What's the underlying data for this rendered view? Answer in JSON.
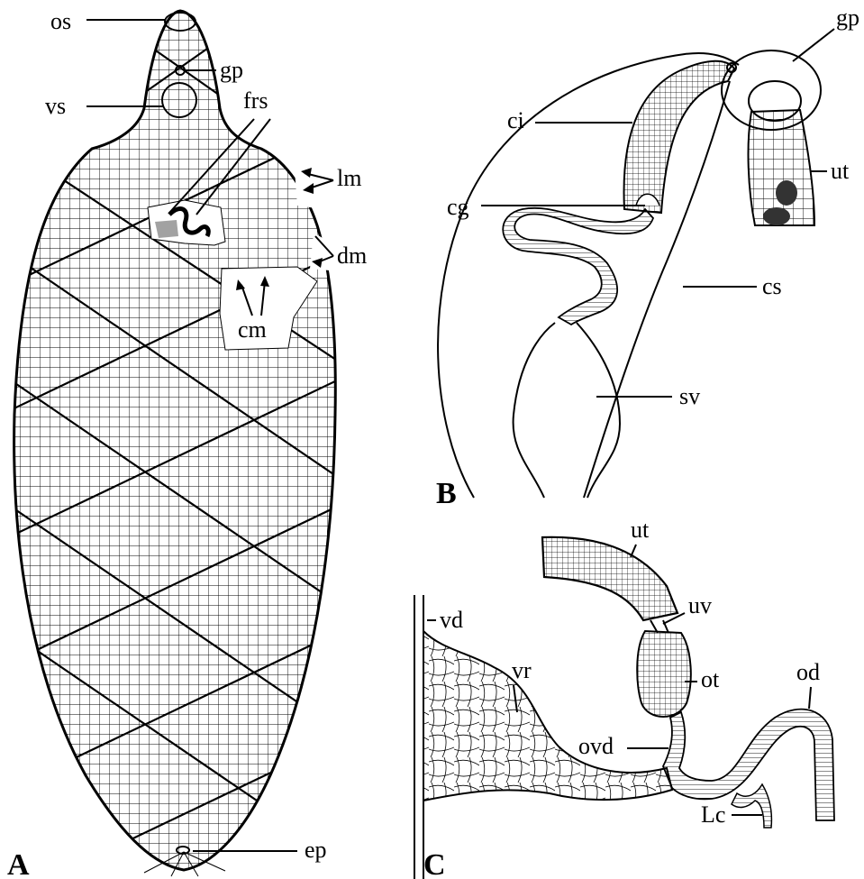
{
  "panels": {
    "A": "A",
    "B": "B",
    "C": "C"
  },
  "labels": {
    "os": "os",
    "gp_a": "gp",
    "vs": "vs",
    "frs": "frs",
    "lm": "lm",
    "dm": "dm",
    "cm": "cm",
    "ep": "ep",
    "gp_b": "gp",
    "ci": "ci",
    "ut_b": "ut",
    "cg": "cg",
    "cs": "cs",
    "sv": "sv",
    "ut_c": "ut",
    "uv": "uv",
    "vd": "vd",
    "vr": "vr",
    "ot": "ot",
    "od": "od",
    "ovd": "ovd",
    "Lc": "Lc"
  }
}
